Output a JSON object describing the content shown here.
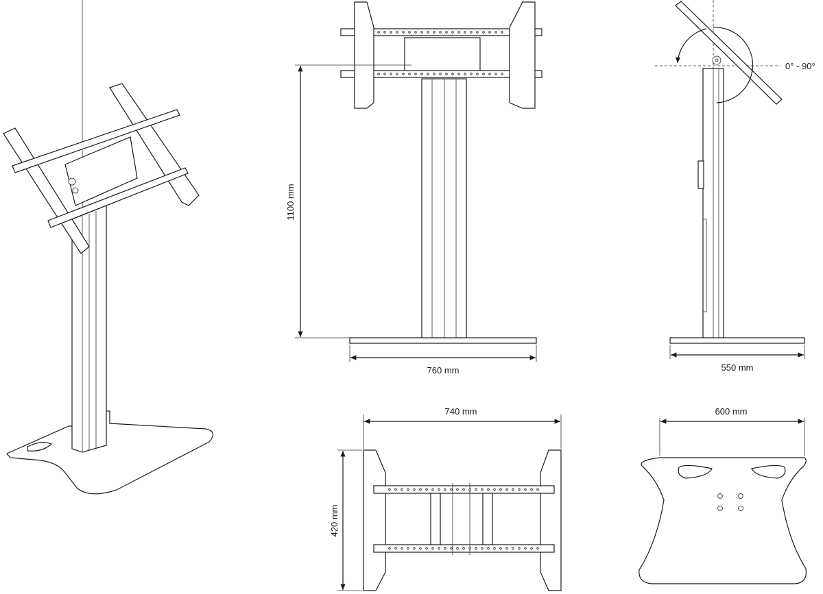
{
  "dimensions": {
    "front_height": "1100 mm",
    "front_base_width": "760 mm",
    "side_base_depth": "550 mm",
    "tilt_range": "0° - 90°",
    "mount_width": "740 mm",
    "mount_height": "420 mm",
    "base_width": "600 mm"
  }
}
